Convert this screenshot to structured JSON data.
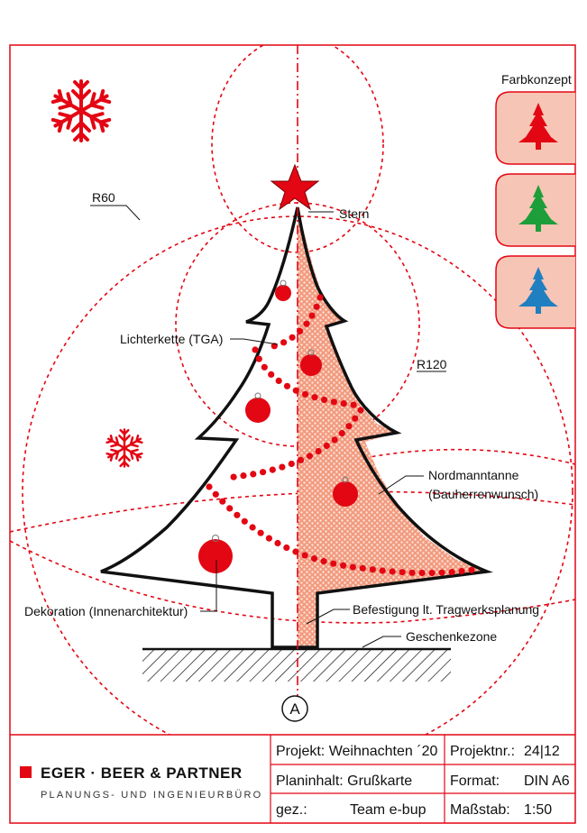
{
  "labels": {
    "r60": "R60",
    "r120": "R120",
    "stern": "Stern",
    "lichterkette": "Lichterkette (TGA)",
    "nordmann1": "Nordmanntanne",
    "nordmann2": "(Bauherrenwunsch)",
    "dekoration": "Dekoration (Innenarchitektur)",
    "befestigung": "Befestigung lt. Tragwerksplanung",
    "geschenkezone": "Geschenkezone",
    "farbkonzept": "Farbkonzept",
    "axis": "A"
  },
  "colors": {
    "red": "#e30613",
    "green": "#1e9e3a",
    "blue": "#1f7fc0",
    "panel": "#f7c5b5"
  },
  "icons": [
    "snowflake-icon",
    "star-icon",
    "tree-icon"
  ],
  "title_block": {
    "firm_name": "EGER · BEER & PARTNER",
    "firm_sub": "PLANUNGS- UND INGENIEURBÜRO",
    "projekt": "Projekt: Weihnachten ´20",
    "planinhalt": "Planinhalt: Grußkarte",
    "gez_label": "gez.:",
    "gez_value": "Team e-bup",
    "projektnr_label": "Projektnr.:",
    "projektnr_value": "24|12",
    "format_label": "Format:",
    "format_value": "DIN A6",
    "massstab_label": "Maßstab:",
    "massstab_value": "1:50"
  }
}
